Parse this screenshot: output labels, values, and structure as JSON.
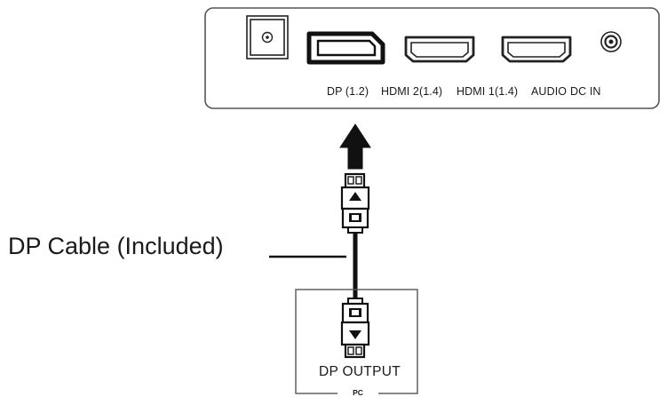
{
  "monitor_panel": {
    "port_labels": {
      "dp": "DP (1.2)",
      "hdmi2": "HDMI 2(1.4)",
      "hdmi1": "HDMI 1(1.4)",
      "audio": "AUDIO",
      "dc": "DC IN"
    }
  },
  "cable": {
    "label": "DP Cable (Included)"
  },
  "pc": {
    "output_label": "DP OUTPUT",
    "label": "PC"
  }
}
